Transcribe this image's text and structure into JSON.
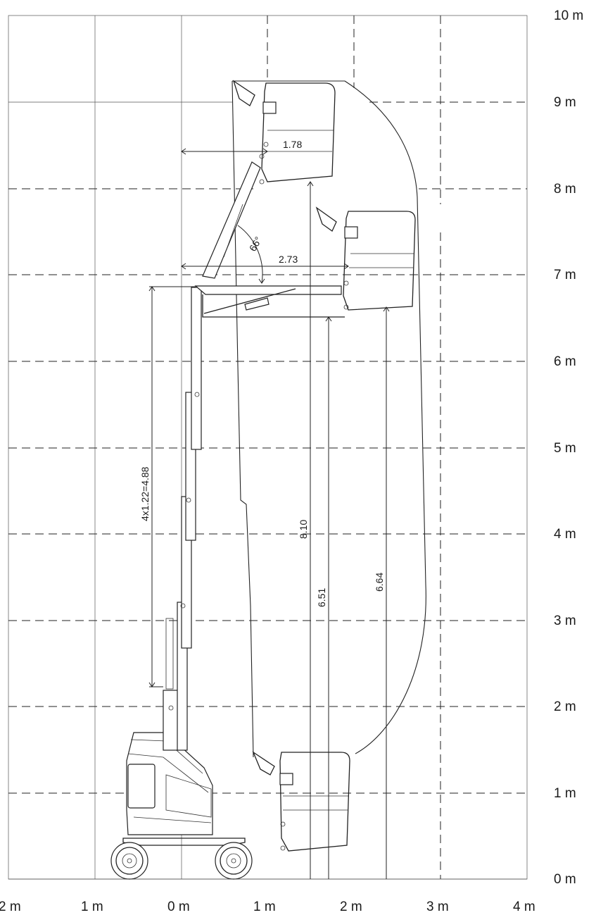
{
  "axes": {
    "y_labels": [
      "10 m",
      "9 m",
      "8 m",
      "7 m",
      "6 m",
      "5 m",
      "4 m",
      "3 m",
      "2 m",
      "1 m",
      "0 m"
    ],
    "x_labels": [
      "2 m",
      "1 m",
      "0 m",
      "1 m",
      "2 m",
      "3 m",
      "4 m"
    ]
  },
  "dimensions": {
    "outreach_upper": "1.78",
    "outreach_max": "2.73",
    "jib_angle": "66°",
    "mast_sections": "4x1.22=4.88",
    "platform_height_max": "8.10",
    "platform_height_upper": "6.51",
    "platform_height_mid": "6.64"
  }
}
